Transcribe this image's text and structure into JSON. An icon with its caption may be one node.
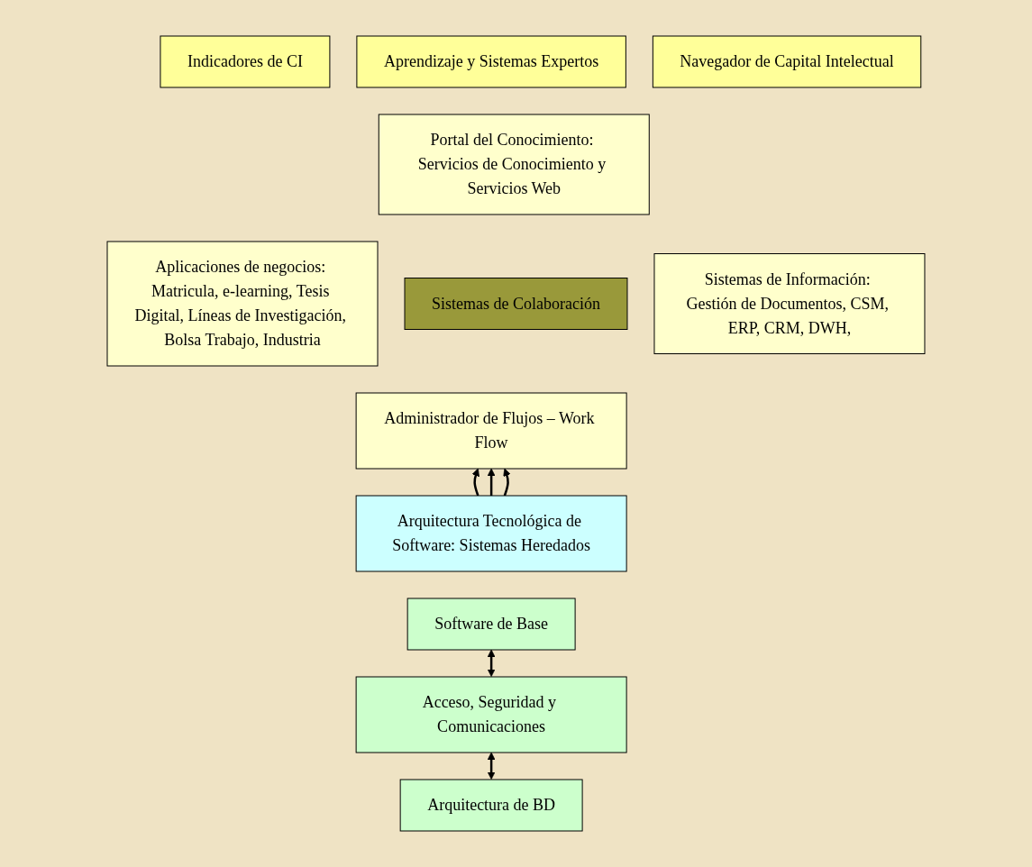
{
  "diagram": {
    "nodes": [
      {
        "text": [
          "Indicadores de CI"
        ]
      },
      {
        "text": [
          "Aprendizaje y Sistemas Expertos"
        ]
      },
      {
        "text": [
          "Navegador de Capital Intelectual"
        ]
      },
      {
        "text": [
          "Portal del Conocimiento: Servicios de Conocimiento y Servicios Web"
        ]
      },
      {
        "text": [
          "Aplicaciones de negocios: Matricula, e-learning, Tesis Digital, Líneas de Investigación, Bolsa Trabajo, Industria"
        ]
      },
      {
        "text": [
          "Sistemas de Colaboración"
        ]
      },
      {
        "text": [
          "Sistemas de Información: Gestión de Documentos, CSM, ERP, CRM, DWH,"
        ]
      },
      {
        "text": [
          "Administrador de Flujos – Work Flow"
        ]
      },
      {
        "text": [
          "Arquitectura Tecnológica de Software: Sistemas Heredados"
        ]
      },
      {
        "text": [
          "Arquitectura de BD"
        ]
      },
      {
        "text": [
          "Acceso, Seguridad y Comunicaciones"
        ]
      },
      {
        "text": [
          "Software de Base"
        ]
      }
    ],
    "edges": [
      {
        "from": 8,
        "to": 7,
        "arrow": "to"
      },
      {
        "from": 8,
        "to": 7,
        "arrow": "to"
      },
      {
        "from": 8,
        "to": 7,
        "arrow": "to"
      },
      {
        "from": 9,
        "to": 10,
        "arrow": "both"
      },
      {
        "from": 10,
        "to": 11,
        "arrow": "both"
      }
    ]
  }
}
